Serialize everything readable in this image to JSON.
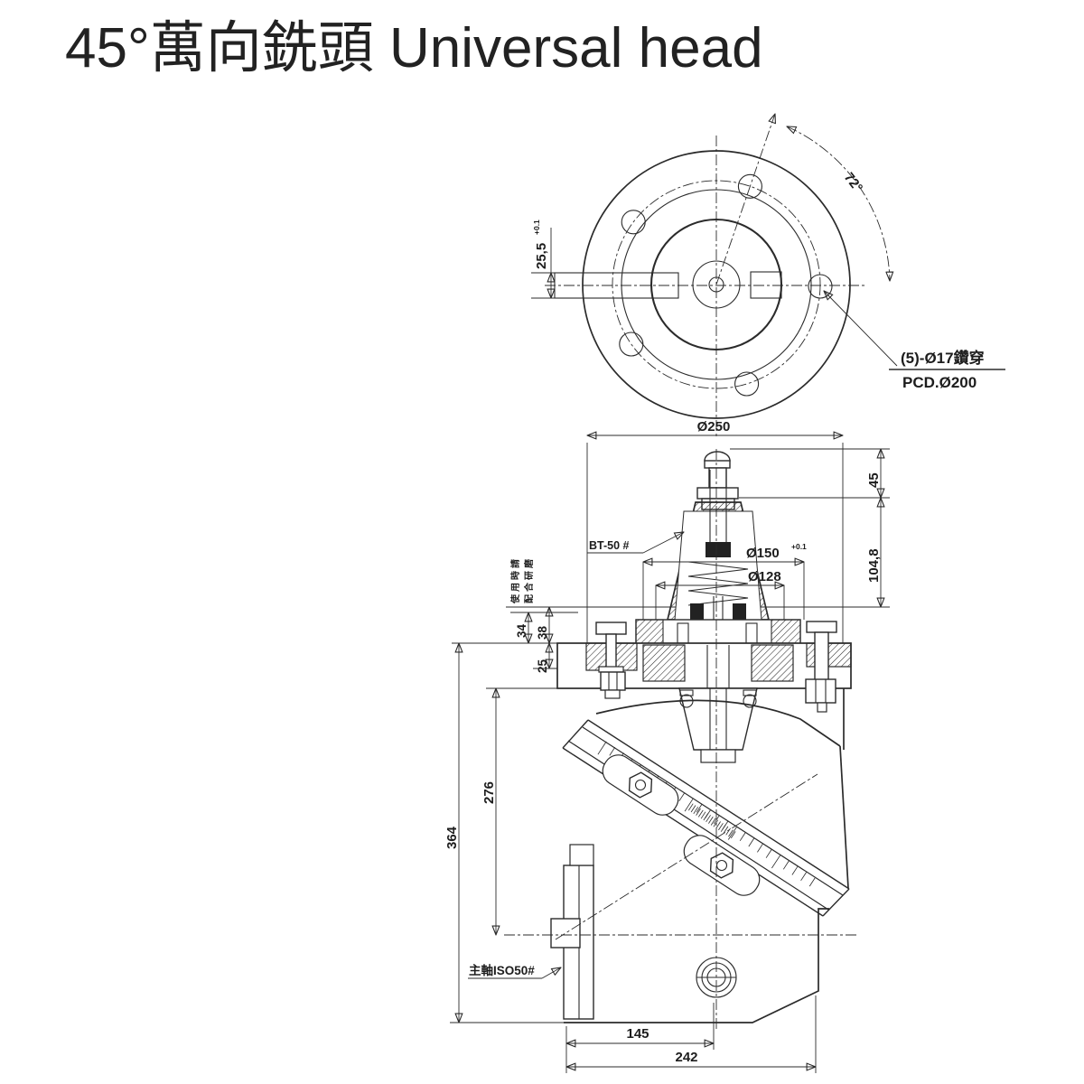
{
  "title": "45°萬向銑頭 Universal head",
  "colors": {
    "line": "#2b2b2b",
    "background": "#ffffff"
  },
  "top_view": {
    "bolt_holes": {
      "count": 5,
      "angles_deg": [
        1,
        73,
        145,
        217,
        289
      ]
    },
    "dim_tab_height": "25,5",
    "dim_tab_height_tol": "+0.1",
    "dim_hole_spacing_angle": "72°",
    "holes_note": "(5)-Ø17鑽穿",
    "pcd_note": "PCD.Ø200"
  },
  "front_view": {
    "dim_flange_diameter": "Ø250",
    "dim_pullstud_height": "45",
    "dim_gauge_length": "104,8",
    "taper_label": "BT-50 #",
    "dim_boss_diameter": "Ø150",
    "dim_boss_diameter_tol": "+0.1",
    "dim_pilot_diameter": "Ø128",
    "fit_note_line1": "使用時請",
    "fit_note_line2": "配合研磨",
    "dim_34": "34",
    "dim_38": "38",
    "dim_25": "25",
    "dim_body_height": "276",
    "dim_total_height": "364",
    "spindle_label": "主軸ISO50#",
    "dim_axis_offset": "145",
    "dim_body_width": "242"
  }
}
